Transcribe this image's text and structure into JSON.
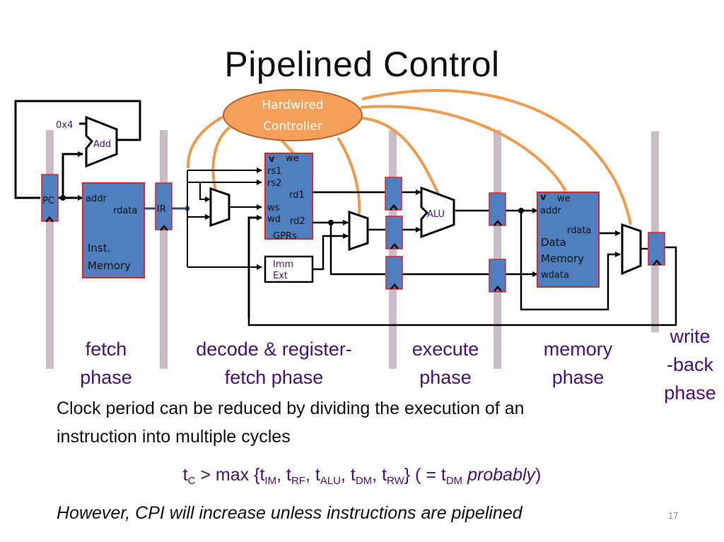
{
  "slide": {
    "title": "Pipelined Control",
    "page_number": "17"
  },
  "diagram": {
    "controller": {
      "line1": "Hardwired",
      "line2": "Controller"
    },
    "constant": "0x4",
    "adder": "Add",
    "pc": "PC",
    "ir": "IR",
    "inst_memory": {
      "addr": "addr",
      "rdata": "rdata",
      "name1": "Inst.",
      "name2": "Memory"
    },
    "gprs": {
      "we": "we",
      "rs1": "rs1",
      "rs2": "rs2",
      "rd1": "rd1",
      "ws": "ws",
      "wd": "wd",
      "rd2": "rd2",
      "name": "GPRs"
    },
    "imm_ext": {
      "line1": "Imm",
      "line2": "Ext"
    },
    "alu": "ALU",
    "data_memory": {
      "we": "we",
      "addr": "addr",
      "rdata": "rdata",
      "name1": "Data",
      "name2": "Memory",
      "wdata": "wdata"
    },
    "we_marker": "v",
    "clock_marker": "^",
    "colors": {
      "register_fill": "#4f7fbf",
      "register_border": "#e0242a",
      "control_wire": "#f09a4e",
      "controller_fill": "#f4a05a",
      "phase_bar": "#cbbdc8",
      "phase_text": "#4b0f7a",
      "wire": "#000000",
      "ir_wire": "#2d4b7a"
    }
  },
  "phases": [
    {
      "line1": "fetch",
      "line2": "phase"
    },
    {
      "line1": "decode & register-",
      "line2": "fetch phase"
    },
    {
      "line1": "execute",
      "line2": "phase"
    },
    {
      "line1": "memory",
      "line2": "phase"
    },
    {
      "line1": "write",
      "line2": "-back",
      "line3": "phase"
    }
  ],
  "body": {
    "line1": "Clock period can be reduced by dividing the execution of an",
    "line2": "instruction into multiple cycles"
  },
  "formula": {
    "t": "t",
    "c_sub": "C",
    "gt_max": " > max {",
    "im": "IM",
    "rf": "RF",
    "alu": "ALU",
    "dm": "DM",
    "rw": "RW",
    "close": "} ( = ",
    "dm2": "DM",
    "probably": "probably",
    "end": ")"
  },
  "note": "However, CPI will increase unless instructions are pipelined"
}
